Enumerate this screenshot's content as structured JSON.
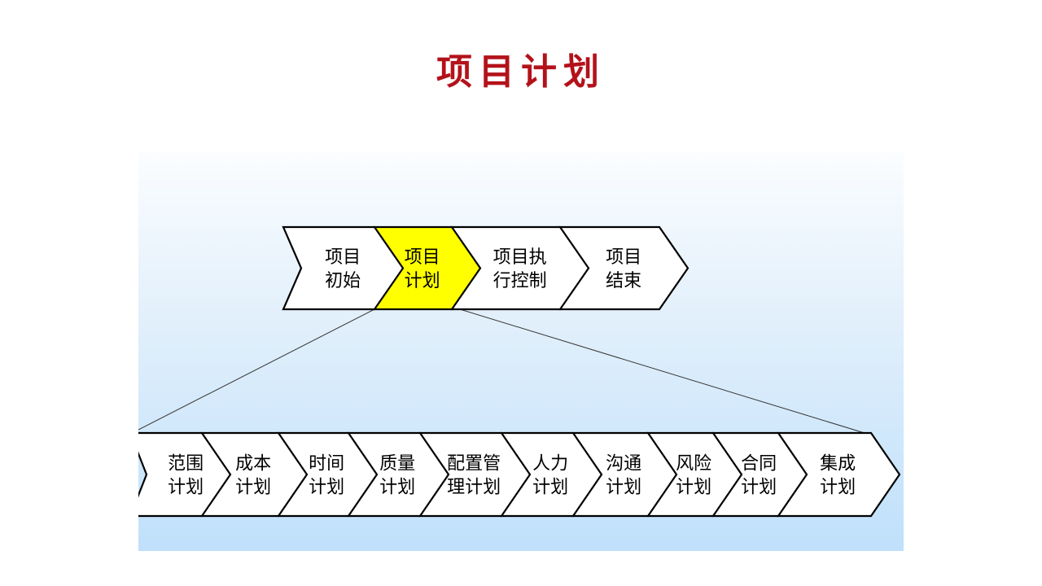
{
  "title": "项目计划",
  "phases": [
    {
      "lines": [
        "项目",
        "初始"
      ],
      "highlight": false
    },
    {
      "lines": [
        "项目",
        "计划"
      ],
      "highlight": true
    },
    {
      "lines": [
        "项目执",
        "行控制"
      ],
      "highlight": false
    },
    {
      "lines": [
        "项目",
        "结束"
      ],
      "highlight": false
    }
  ],
  "sub_plans": [
    {
      "lines": [
        "范围",
        "计划"
      ]
    },
    {
      "lines": [
        "成本",
        "计划"
      ]
    },
    {
      "lines": [
        "时间",
        "计划"
      ]
    },
    {
      "lines": [
        "质量",
        "计划"
      ]
    },
    {
      "lines": [
        "配置管",
        "理计划"
      ]
    },
    {
      "lines": [
        "人力",
        "计划"
      ]
    },
    {
      "lines": [
        "沟通",
        "计划"
      ]
    },
    {
      "lines": [
        "风险",
        "计划"
      ]
    },
    {
      "lines": [
        "合同",
        "计划"
      ]
    },
    {
      "lines": [
        "集成",
        "计划"
      ]
    }
  ],
  "colors": {
    "title": "#b3121a",
    "highlight_fill": "#ffff00",
    "chevron_fill": "#ffffff",
    "outline": "#000000"
  }
}
